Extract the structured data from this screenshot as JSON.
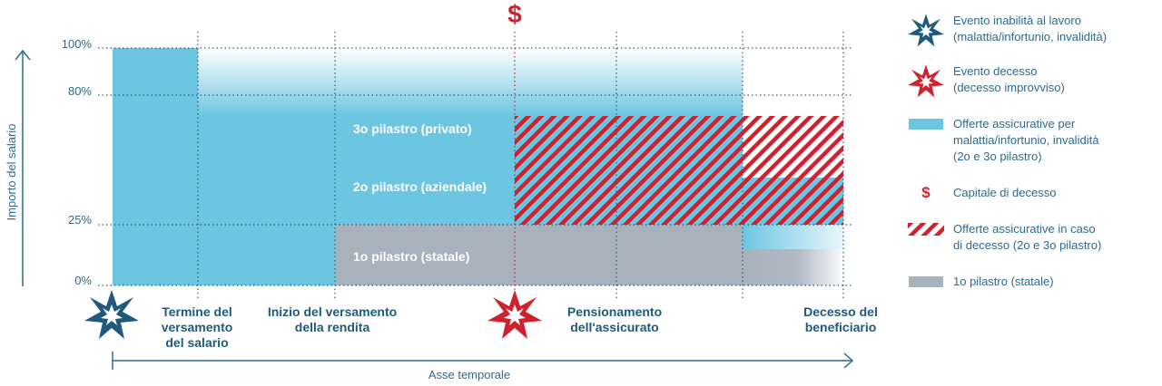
{
  "y_axis": {
    "label": "Importo del salario",
    "ticks": [
      "100%",
      "80%",
      "25%",
      "0%"
    ]
  },
  "x_axis": {
    "label": "Asse temporale"
  },
  "milestones": [
    "Termine del\nversamento\ndel salario",
    "Inizio del versamento\ndella rendita",
    "Pensionamento\ndell'assicurato",
    "Decesso del\nbeneficiario"
  ],
  "regions": {
    "pillar3": "3o pilastro (privato)",
    "pillar2": "2o pilastro (aziendale)",
    "pillar1": "1o pilastro (statale)"
  },
  "dollar_marker": "$",
  "legend": [
    {
      "icon": "blue-star-icon",
      "text": "Evento inabilità al lavoro\n(malattia/infortunio, invalidità)"
    },
    {
      "icon": "red-star-icon",
      "text": "Evento decesso\n(decesso improvviso)"
    },
    {
      "icon": "blue-bar-icon",
      "text": "Offerte assicurative per\nmalattia/infortunio, invalidità\n(2o e 3o pilastro)"
    },
    {
      "icon": "dollar-icon",
      "text": "Capitale di decesso"
    },
    {
      "icon": "red-hatch-icon",
      "text": "Offerte assicurative in caso\ndi decesso (2o e 3o pilastro)"
    },
    {
      "icon": "grey-bar-icon",
      "text": "1o pilastro (statale)"
    }
  ],
  "colors": {
    "blue": "#6cc5e1",
    "grey": "#a8b2bd",
    "red": "#d0222e",
    "dark_blue": "#1d5a7c",
    "text": "#2f6a8c"
  }
}
